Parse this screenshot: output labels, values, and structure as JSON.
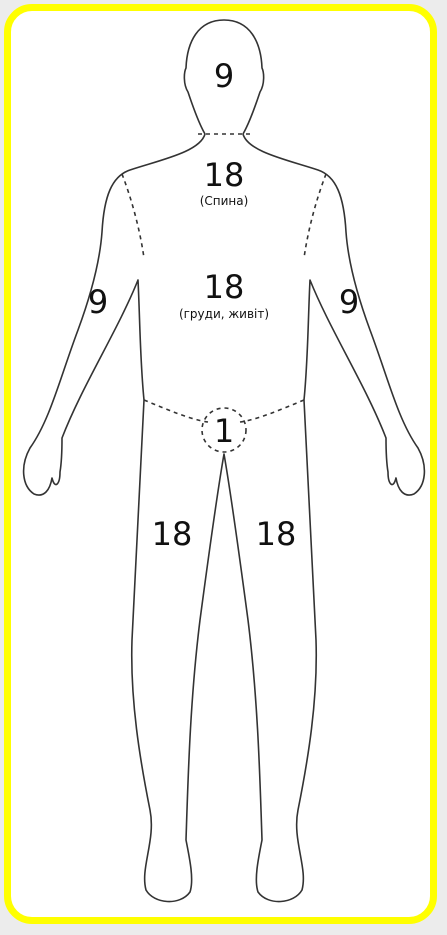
{
  "regions": {
    "head": "9",
    "back": "18",
    "back_label": "(Спина)",
    "chest": "18",
    "chest_label": "(груди, живіт)",
    "left_arm": "9",
    "right_arm": "9",
    "groin": "1",
    "left_leg": "18",
    "right_leg": "18"
  },
  "colors": {
    "frame": "#ffff00",
    "outline": "#333333"
  }
}
